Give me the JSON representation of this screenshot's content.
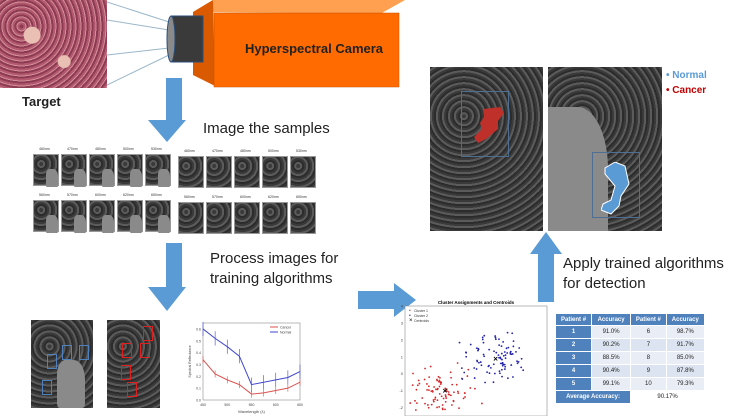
{
  "target": {
    "label": "Target"
  },
  "camera": {
    "label": "Hyperspectral Camera",
    "color": "#ff6b00"
  },
  "steps": {
    "image": "Image the samples",
    "process_line1": "Process images for",
    "process_line2": "training algorithms",
    "apply_line1": "Apply trained algorithms",
    "apply_line2": "for detection"
  },
  "legend": {
    "normal": "Normal",
    "cancer": "Cancer",
    "normal_color": "#5b9bd5",
    "cancer_color": "#c00000"
  },
  "thumbnails": {
    "row1": [
      "460nm",
      "470nm",
      "480nm",
      "500nm",
      "530nm"
    ],
    "row2": [
      "560nm",
      "570nm",
      "600nm",
      "620nm",
      "650nm"
    ]
  },
  "chart_data": [
    {
      "type": "line",
      "title": "",
      "xlabel": "Wavelength (λ)",
      "ylabel": "Spectral Reflectance",
      "x": [
        450,
        475,
        500,
        525,
        550,
        575,
        600,
        625,
        650
      ],
      "xticks": [
        "450",
        "500",
        "550",
        "600",
        "650"
      ],
      "yticks": [
        "0.0",
        "0.1",
        "0.2",
        "0.3",
        "0.4",
        "0.5",
        "0.6"
      ],
      "ylim": [
        0,
        0.65
      ],
      "series": [
        {
          "name": "Cancer",
          "color": "#d9534f",
          "values": [
            0.34,
            0.22,
            0.17,
            0.13,
            0.05,
            0.06,
            0.08,
            0.1,
            0.15
          ]
        },
        {
          "name": "Normal",
          "color": "#3f48cc",
          "values": [
            0.6,
            0.52,
            0.45,
            0.37,
            0.13,
            0.15,
            0.17,
            0.19,
            0.24
          ]
        }
      ]
    },
    {
      "type": "scatter",
      "title": "Cluster Assignments and Centroids",
      "yticks": [
        "4",
        "3",
        "2",
        "1",
        "0",
        "-1",
        "-2"
      ],
      "ylim": [
        -2.5,
        4
      ],
      "xlim": [
        -3,
        4
      ],
      "series": [
        {
          "name": "Cluster 1",
          "color": "#d62728",
          "center": [
            -1,
            -1
          ]
        },
        {
          "name": "Cluster 2",
          "color": "#2222aa",
          "center": [
            1.5,
            0.9
          ]
        },
        {
          "name": "Centroids",
          "color": "#000"
        }
      ]
    }
  ],
  "table": {
    "headers": [
      "Patient #",
      "Accuracy",
      "Patient #",
      "Accuracy"
    ],
    "rows": [
      [
        "1",
        "91.0%",
        "6",
        "98.7%"
      ],
      [
        "2",
        "90.2%",
        "7",
        "91.7%"
      ],
      [
        "3",
        "88.5%",
        "8",
        "85.0%"
      ],
      [
        "4",
        "90.4%",
        "9",
        "87.8%"
      ],
      [
        "5",
        "99.1%",
        "10",
        "79.3%"
      ]
    ],
    "avg_label": "Average Accuracy:",
    "avg_value": "90.17%"
  }
}
